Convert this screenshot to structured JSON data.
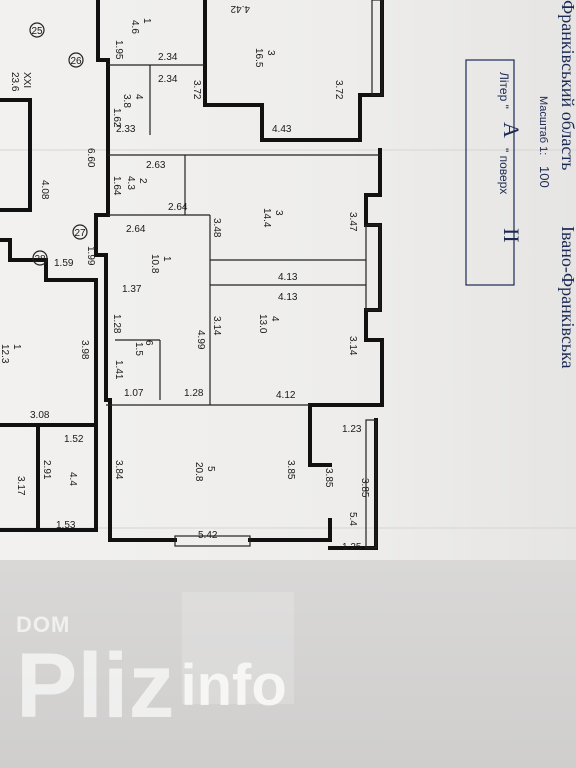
{
  "header": {
    "region_text": "Франківський область",
    "city_text": "Івано-Франківська",
    "scale_label": "Масштаб 1:",
    "scale_value": "100",
    "liter_label": "Літер \"",
    "liter_value": "А",
    "floor_label": "\" поверх",
    "floor_value": "II"
  },
  "rooms": [
    {
      "num": "1",
      "area": "4.6"
    },
    {
      "num": "3",
      "area": "16.5"
    },
    {
      "num": "4",
      "area": "3.8"
    },
    {
      "num": "2",
      "area": "4.3"
    },
    {
      "num": "3",
      "area": "14.4"
    },
    {
      "num": "1",
      "area": "10.8"
    },
    {
      "num": "4",
      "area": "13.0"
    },
    {
      "num": "6",
      "area": "1.5"
    },
    {
      "num": "5",
      "area": "20.8"
    },
    {
      "num": "",
      "area": "5.4"
    },
    {
      "num": "XXI",
      "area": "23.6"
    },
    {
      "num": "1",
      "area": "12.3"
    },
    {
      "num": "",
      "area": "4.4"
    }
  ],
  "dimensions": {
    "d_442": "4.42",
    "d_195": "1.95",
    "d_234a": "2.34",
    "d_234b": "2.34",
    "d_372a": "3.72",
    "d_372b": "3.72",
    "d_162": "1.62",
    "d_233": "2.33",
    "d_443": "4.43",
    "d_660": "6.60",
    "d_408": "4.08",
    "d_263": "2.63",
    "d_164": "1.64",
    "d_264a": "2.64",
    "d_264b": "2.64",
    "d_348": "3.48",
    "d_347": "3.47",
    "d_199": "1.99",
    "d_159": "1.59",
    "d_413a": "4.13",
    "d_413b": "4.13",
    "d_137": "1.37",
    "d_499": "4.99",
    "d_314a": "3.14",
    "d_314b": "3.14",
    "d_128a": "1.28",
    "d_141": "1.41",
    "d_107": "1.07",
    "d_128b": "1.28",
    "d_412": "4.12",
    "d_398": "3.98",
    "d_308": "3.08",
    "d_152": "1.52",
    "d_291": "2.91",
    "d_317": "3.17",
    "d_153": "1.53",
    "d_123": "1.23",
    "d_384": "3.84",
    "d_385a": "3.85",
    "d_385b": "3.85",
    "d_385c": "3.85",
    "d_542": "5.42",
    "d_125": "1.25"
  },
  "axis_markers": [
    "25",
    "26",
    "27",
    "28"
  ],
  "watermark": {
    "small": "DOM",
    "main": "Pliz",
    "suffix": "info"
  }
}
